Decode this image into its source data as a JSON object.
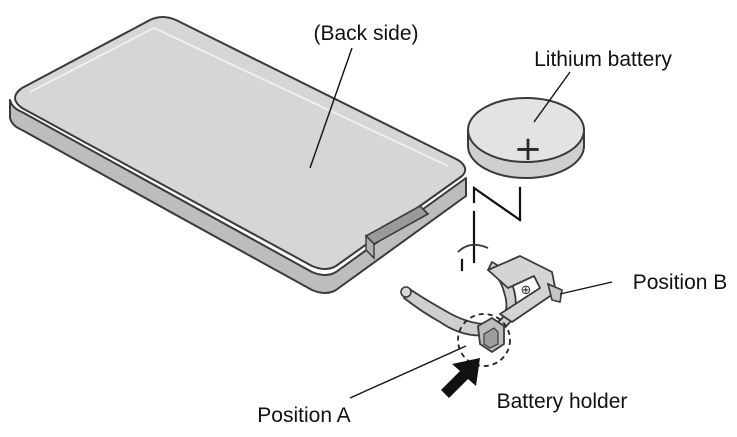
{
  "labels": {
    "back_side": "(Back side)",
    "lithium_battery": "Lithium battery",
    "position_b": "Position B",
    "position_a": "Position A",
    "battery_holder": "Battery holder"
  },
  "symbols": {
    "battery_plus": "+",
    "holder_plus": "⊕"
  },
  "colors": {
    "outline": "#3a3a3a",
    "panel_fill": "#d6d6d6",
    "panel_side": "#bdbdbd",
    "battery_fill": "#e3e3e3",
    "holder_fill": "#cfcfcf"
  }
}
